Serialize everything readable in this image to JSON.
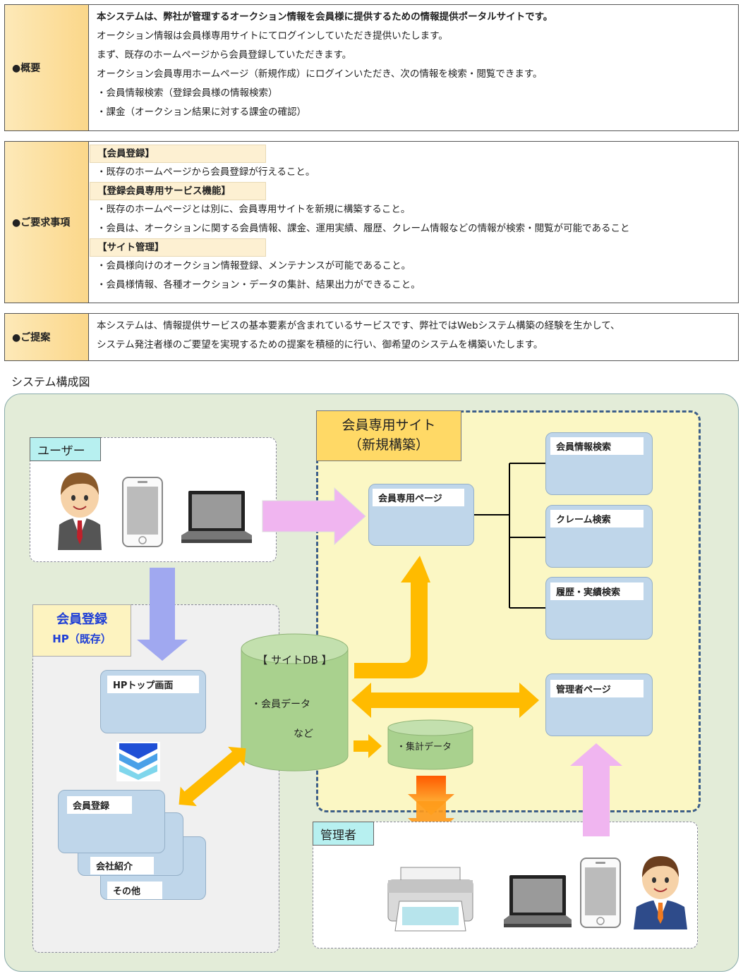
{
  "overview": {
    "header": "●概要",
    "lines": [
      "本システムは、弊社が管理するオークション情報を会員様に提供するための情報提供ポータルサイトです。",
      "オークション情報は会員様専用サイトにてログインしていただき提供いたします。",
      "まず、既存のホームページから会員登録していただきます。",
      "オークション会員専用ホームページ（新規作成）にログインいただき、次の情報を検索・閲覧できます。",
      "・会員情報検索（登録会員様の情報検索）",
      "・課金（オークション結果に対する課金の確認）"
    ]
  },
  "requirements": {
    "header": "●ご要求事項",
    "sections": [
      {
        "tag": "【会員登録】",
        "lines": [
          "・既存のホームページから会員登録が行えること。"
        ]
      },
      {
        "tag": "【登録会員専用サービス機能】",
        "lines": [
          "・既存のホームページとは別に、会員専用サイトを新規に構築すること。",
          "・会員は、オークションに関する会員情報、課金、運用実績、履歴、クレーム情報などの情報が検索・閲覧が可能であること"
        ]
      },
      {
        "tag": "【サイト管理】",
        "lines": [
          "・会員様向けのオークション情報登録、メンテナンスが可能であること。",
          "・会員様情報、各種オークション・データの集計、結果出力ができること。"
        ]
      }
    ]
  },
  "proposal": {
    "header": "●ご提案",
    "lines": [
      "本システムは、情報提供サービスの基本要素が含まれているサービスです、弊社ではWebシステム構築の経験を生かして、",
      "システム発注者様のご要望を実現するための提案を積極的に行い、御希望のシステムを構築いたします。"
    ]
  },
  "diagram": {
    "title": "システム構成図",
    "user_label": "ユーザー",
    "member_site_title": "会員専用サイト",
    "member_site_subtitle": "（新規構築）",
    "member_page": "会員専用ページ",
    "search_member": "会員情報検索",
    "search_claim": "クレーム検索",
    "search_history": "履歴・実績検索",
    "admin_page": "管理者ページ",
    "hp_title": "会員登録",
    "hp_subtitle": "HP（既存）",
    "hp_top": "HPトップ画面",
    "reg_page": "会員登録",
    "company_page": "会社紹介",
    "other_page": "その他",
    "db_title": "【 サイトDB 】",
    "db_item": "・会員データ",
    "db_etc": "など",
    "agg_data": "・集計データ",
    "admin_label": "管理者",
    "colors": {
      "pink": "#f0b5f0",
      "orange": "#ffbb00",
      "lavender": "#a0a8f0",
      "green": "#a9d18e",
      "blue": "#bfd6ea"
    }
  }
}
